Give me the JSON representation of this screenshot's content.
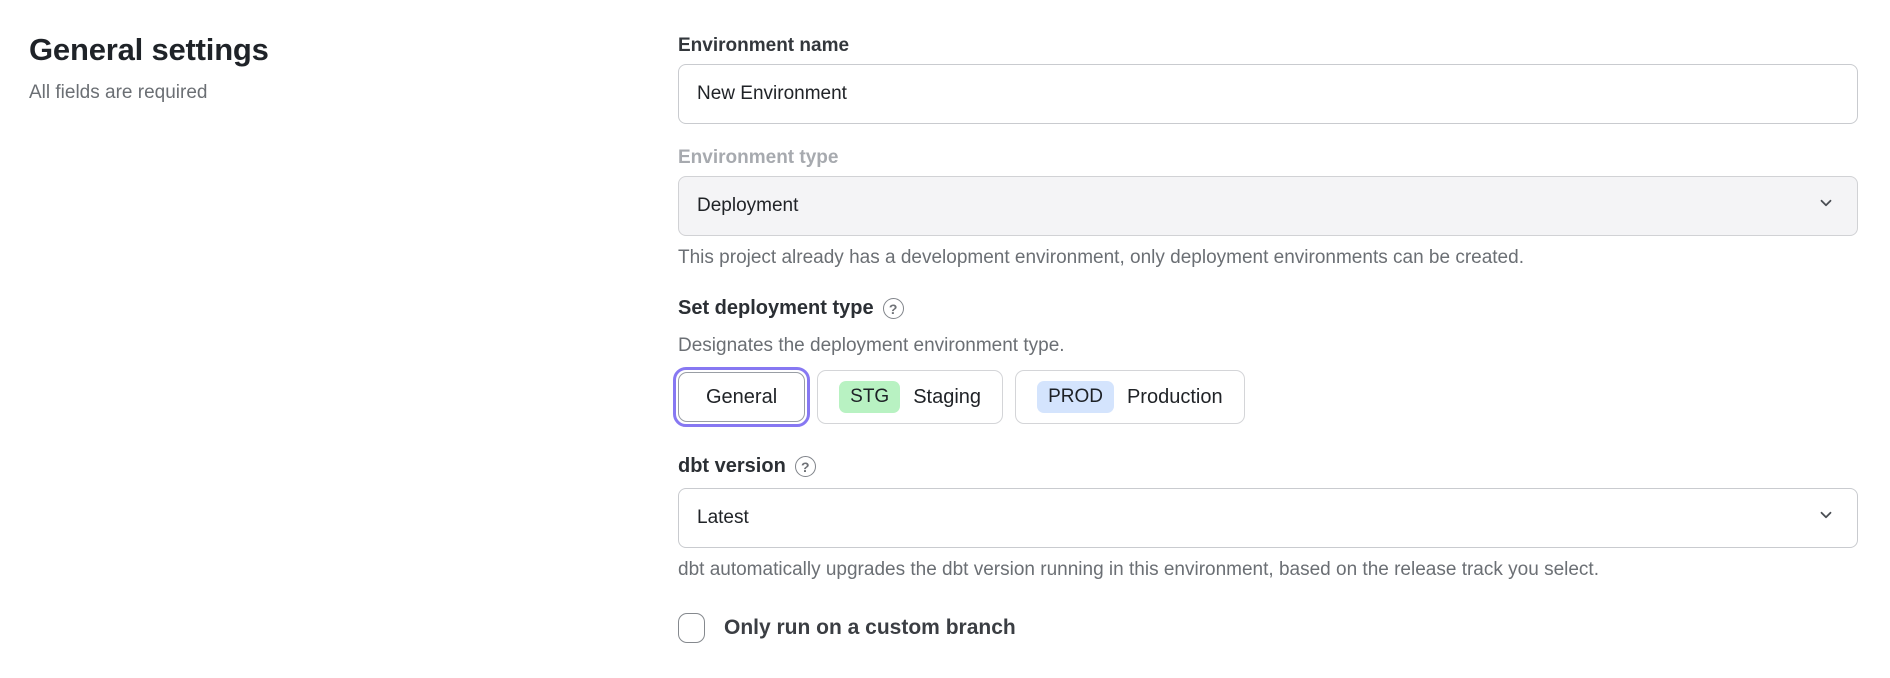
{
  "page": {
    "title": "General settings",
    "subtitle": "All fields are required"
  },
  "form": {
    "environment_name": {
      "label": "Environment name",
      "value": "New Environment"
    },
    "environment_type": {
      "label": "Environment type",
      "value": "Deployment",
      "disabled": true,
      "helper": "This project already has a development environment, only deployment environments can be created."
    },
    "deployment_type": {
      "label": "Set deployment type",
      "description": "Designates the deployment environment type.",
      "options": [
        {
          "label": "General",
          "selected": true
        },
        {
          "badge": "STG",
          "label": "Staging",
          "selected": false
        },
        {
          "badge": "PROD",
          "label": "Production",
          "selected": false
        }
      ]
    },
    "dbt_version": {
      "label": "dbt version",
      "value": "Latest",
      "helper": "dbt automatically upgrades the dbt version running in this environment, based on the release track you select."
    },
    "custom_branch": {
      "label": "Only run on a custom branch",
      "checked": false
    }
  },
  "colors": {
    "accent_selected_ring": "#8778f2",
    "staging_badge": "#b8f2c2",
    "production_badge": "#d4e4fd",
    "disabled_field_bg": "#f4f4f6"
  },
  "icons": {
    "help": "?",
    "chevron_down": "chevron-down"
  }
}
